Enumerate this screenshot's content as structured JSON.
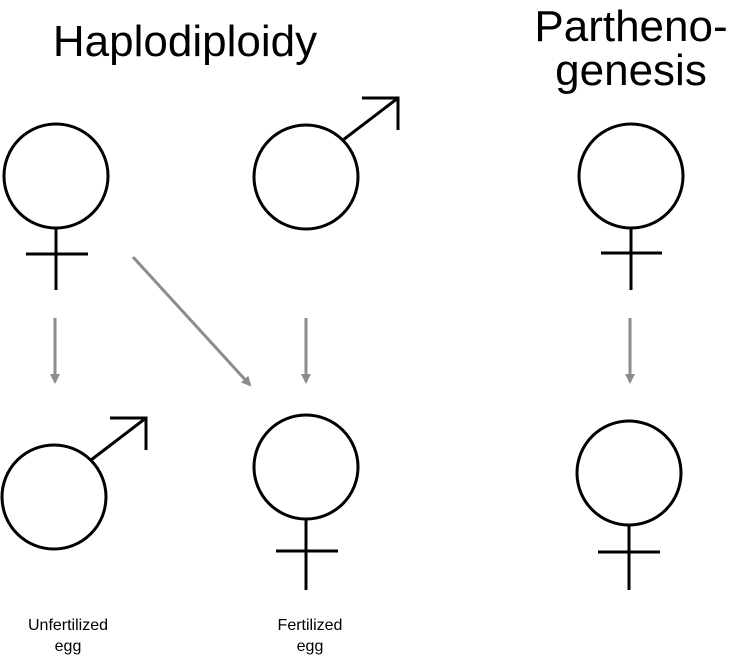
{
  "titles": {
    "haplodiploidy": "Haplodiploidy",
    "parthenogenesis": "Partheno-\ngenesis"
  },
  "captions": {
    "unfertilized_egg": "Unfertilized\negg",
    "fertilized_egg": "Fertilized\negg"
  },
  "colors": {
    "symbol_stroke": "#000000",
    "arrow": "#8c8c8c",
    "background": "#ffffff"
  },
  "symbols": {
    "haplo_mother": "female-symbol",
    "haplo_father": "male-symbol",
    "haplo_son": "male-symbol",
    "haplo_daughter": "female-symbol",
    "partheno_mother": "female-symbol",
    "partheno_daughter": "female-symbol"
  }
}
